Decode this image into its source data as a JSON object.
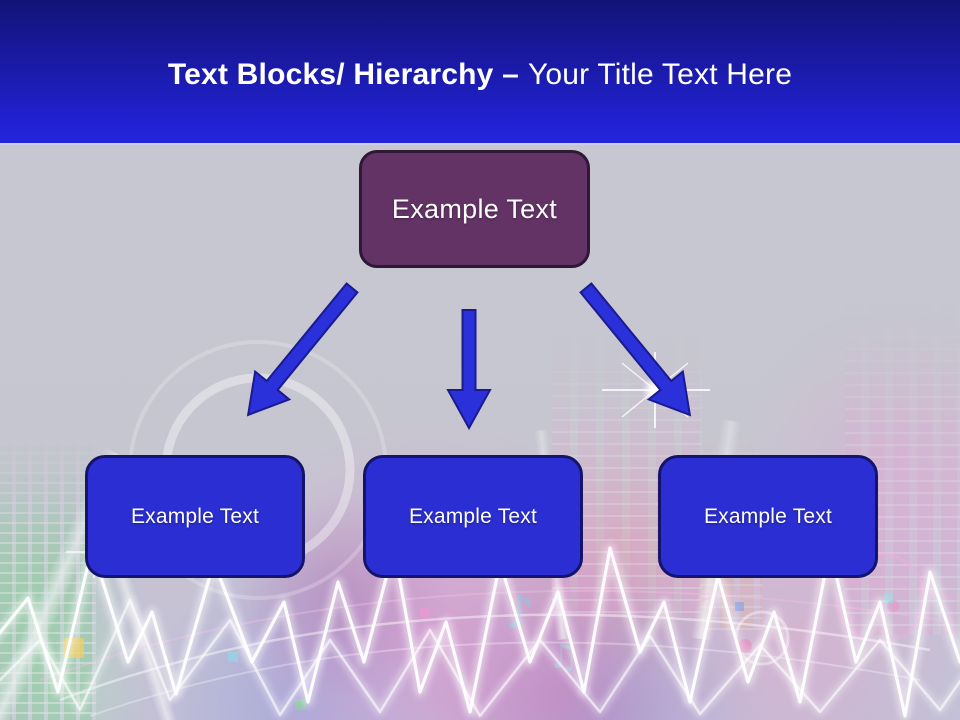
{
  "slide": {
    "title": {
      "bold": "Text Blocks/ Hierarchy –",
      "regular": "Your Title Text Here"
    },
    "diagram": {
      "root_label": "Example Text",
      "children": [
        {
          "label": "Example Text"
        },
        {
          "label": "Example Text"
        },
        {
          "label": "Example Text"
        }
      ],
      "connectors": [
        "arrow-down-left",
        "arrow-down",
        "arrow-down-right"
      ]
    },
    "colors": {
      "header_gradient_top": "#131378",
      "header_gradient_bottom": "#2424dd",
      "title_text": "#ffffff",
      "root_box_fill": "#633366",
      "root_box_border": "#2f1736",
      "child_box_fill": "#2b2fd3",
      "child_box_border": "#14146b",
      "arrow_fill": "#2a30da",
      "arrow_border": "#1b1b90",
      "canvas_gray": "#c6c7cf"
    },
    "background_theme": "faded music equalizer artwork with white waveform zigzags"
  }
}
